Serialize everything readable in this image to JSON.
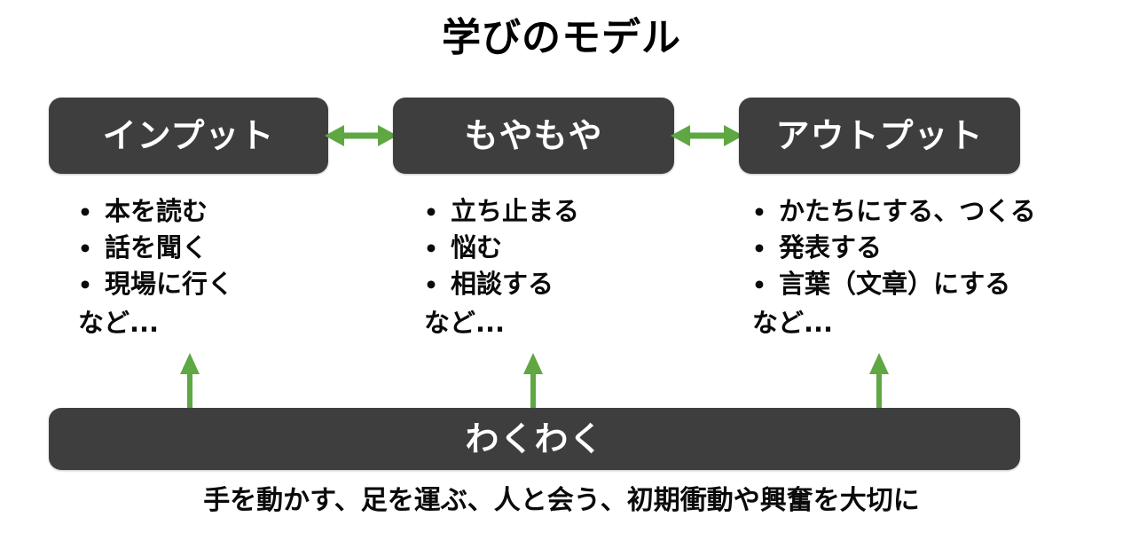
{
  "title": "学びのモデル",
  "colors": {
    "box_fill": "#3e3e3e",
    "box_text": "#ffffff",
    "arrow": "#5fa743",
    "background": "#ffffff",
    "body_text": "#0a0a0a"
  },
  "stages": [
    {
      "label": "インプット",
      "items": [
        "本を読む",
        "話を聞く",
        "現場に行く"
      ],
      "etc": "など..."
    },
    {
      "label": "もやもや",
      "items": [
        "立ち止まる",
        "悩む",
        "相談する"
      ],
      "etc": "など..."
    },
    {
      "label": "アウトプット",
      "items": [
        "かたちにする、つくる",
        "発表する",
        "言葉（文章）にする"
      ],
      "etc": "など..."
    }
  ],
  "bullet_marker": "•",
  "connectors": {
    "horizontal": [
      {
        "from": "インプット",
        "to": "もやもや",
        "style": "double-headed"
      },
      {
        "from": "もやもや",
        "to": "アウトプット",
        "style": "double-headed"
      }
    ],
    "vertical": [
      {
        "from": "わくわく",
        "to": "インプット",
        "style": "single-headed-up"
      },
      {
        "from": "わくわく",
        "to": "もやもや",
        "style": "single-headed-up"
      },
      {
        "from": "わくわく",
        "to": "アウトプット",
        "style": "single-headed-up"
      }
    ]
  },
  "foundation": {
    "label": "わくわく",
    "caption": "手を動かす、足を運ぶ、人と会う、初期衝動や興奮を大切に"
  }
}
